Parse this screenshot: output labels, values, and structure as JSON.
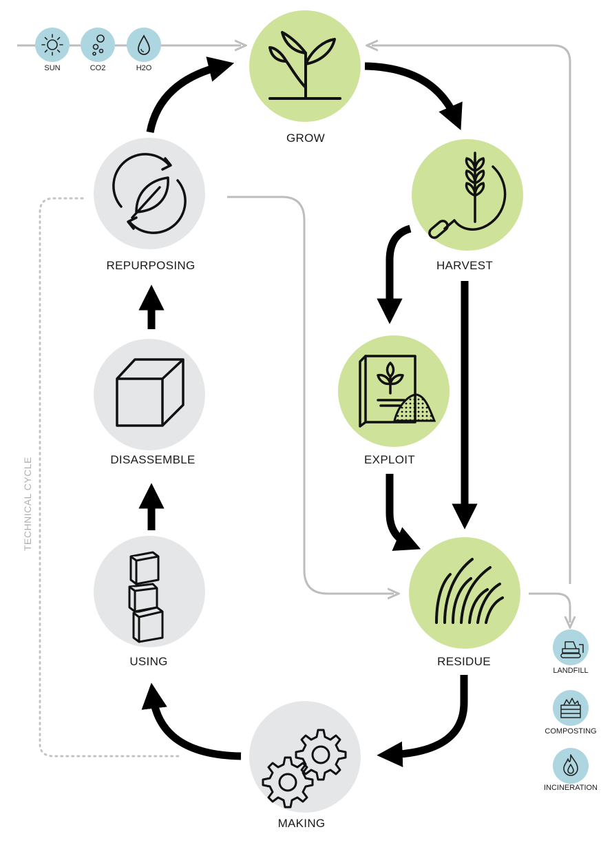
{
  "inputs": [
    {
      "id": "sun",
      "label": "SUN",
      "icon": "sun-icon"
    },
    {
      "id": "co2",
      "label": "CO2",
      "icon": "bubbles-icon"
    },
    {
      "id": "h2o",
      "label": "H2O",
      "icon": "water-drop-icon"
    }
  ],
  "stages": {
    "grow": {
      "label": "GROW",
      "icon": "sprout-icon"
    },
    "harvest": {
      "label": "HARVEST",
      "icon": "sickle-wheat-icon"
    },
    "exploit": {
      "label": "EXPLOIT",
      "icon": "seed-pack-icon"
    },
    "residue": {
      "label": "RESIDUE",
      "icon": "grass-icon"
    },
    "making": {
      "label": "MAKING",
      "icon": "gears-icon"
    },
    "using": {
      "label": "USING",
      "icon": "stacked-cubes-icon"
    },
    "disassemble": {
      "label": "DISASSEMBLE",
      "icon": "cube-icon"
    },
    "repurposing": {
      "label": "REPURPOSING",
      "icon": "recycle-leaf-icon"
    }
  },
  "disposal": [
    {
      "id": "landfill",
      "label": "LANDFILL",
      "icon": "bulldozer-icon"
    },
    {
      "id": "composting",
      "label": "COMPOSTING",
      "icon": "compost-bin-icon"
    },
    {
      "id": "incineration",
      "label": "INCINERATION",
      "icon": "flame-icon"
    }
  ],
  "side_label": "TECHNICAL CYCLE",
  "colors": {
    "bio_node": "#cfe29a",
    "technical_node": "#e4e6e8",
    "input_node": "#aed6e0",
    "main_arrow": "#000000",
    "secondary_arrow": "#bdbdbd"
  }
}
